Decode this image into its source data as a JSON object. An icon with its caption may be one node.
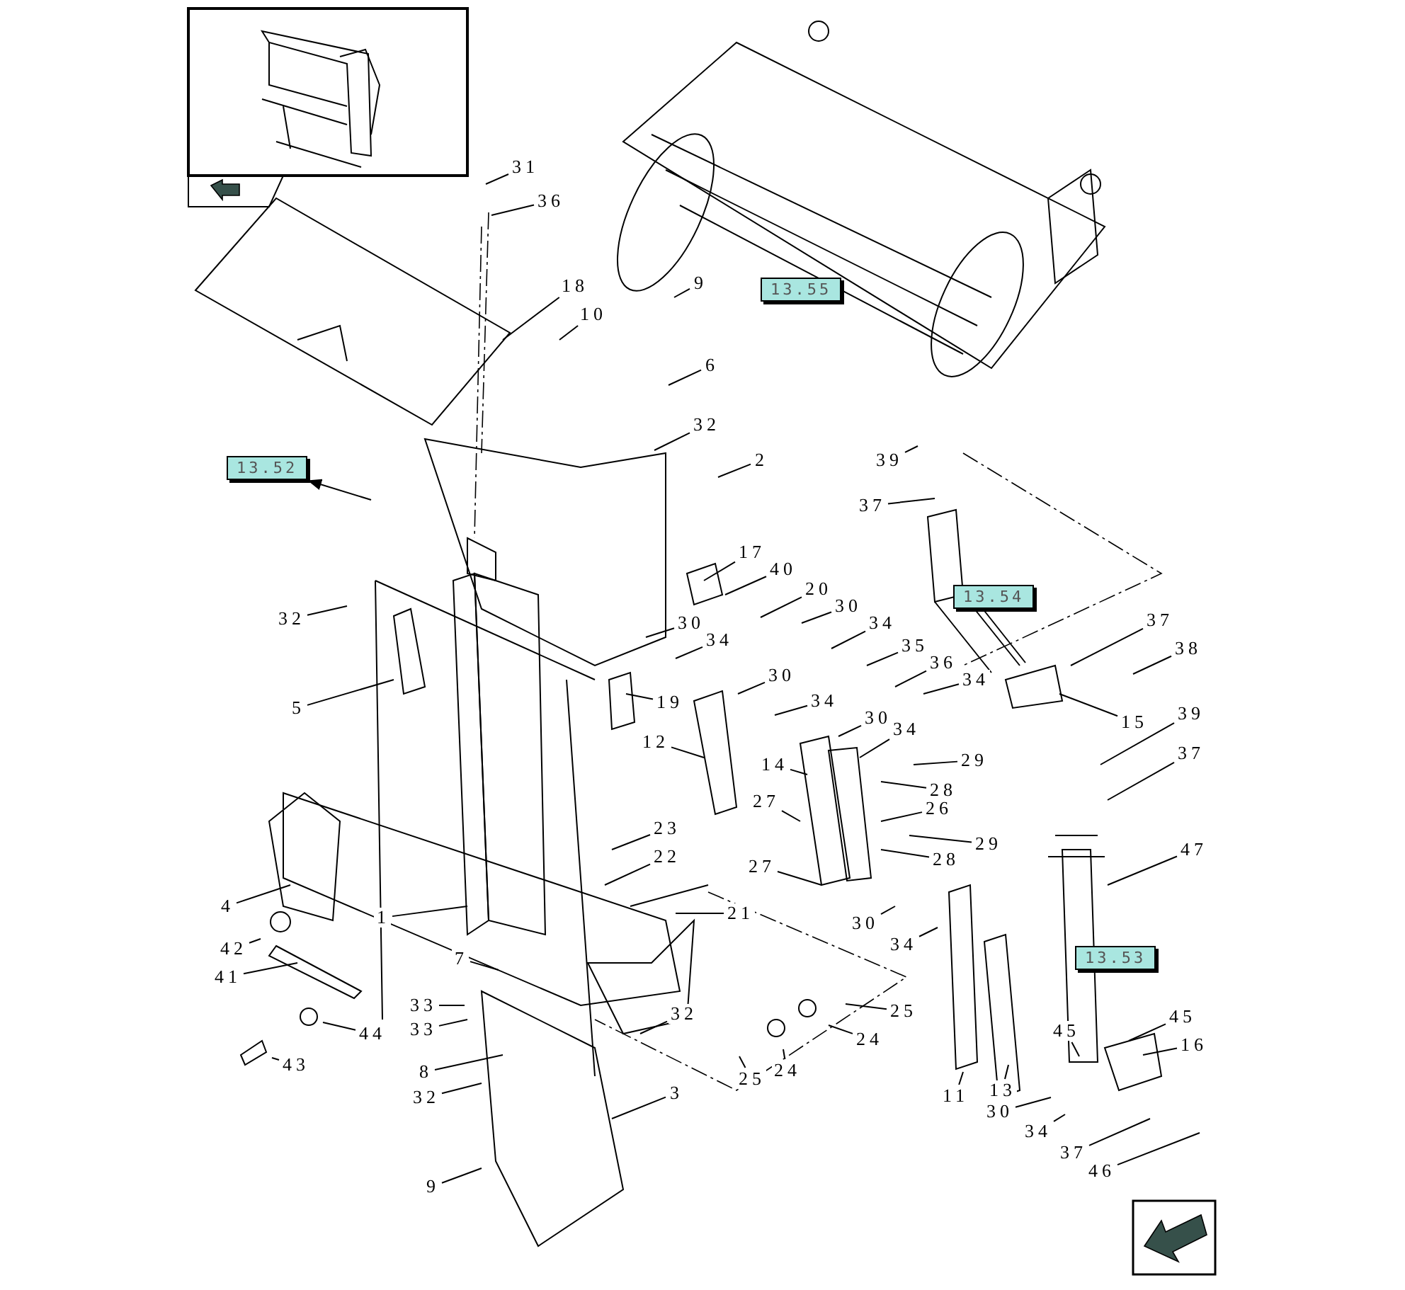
{
  "diagram": {
    "nodes": [
      {
        "text": [
          "31"
        ]
      },
      {
        "text": [
          "36"
        ]
      },
      {
        "text": [
          "18"
        ]
      },
      {
        "text": [
          "9"
        ]
      },
      {
        "text": [
          "10"
        ]
      },
      {
        "text": [
          "6"
        ]
      },
      {
        "text": [
          "32"
        ]
      },
      {
        "text": [
          "2"
        ]
      },
      {
        "text": [
          "39"
        ]
      },
      {
        "text": [
          "37"
        ]
      },
      {
        "text": [
          "17"
        ]
      },
      {
        "text": [
          "40"
        ]
      },
      {
        "text": [
          "20"
        ]
      },
      {
        "text": [
          "30"
        ]
      },
      {
        "text": [
          "34"
        ]
      },
      {
        "text": [
          "35"
        ]
      },
      {
        "text": [
          "36"
        ]
      },
      {
        "text": [
          "34"
        ]
      },
      {
        "text": [
          "37"
        ]
      },
      {
        "text": [
          "38"
        ]
      },
      {
        "text": [
          "15"
        ]
      },
      {
        "text": [
          "30"
        ]
      },
      {
        "text": [
          "34"
        ]
      },
      {
        "text": [
          "32"
        ]
      },
      {
        "text": [
          "19"
        ]
      },
      {
        "text": [
          "30"
        ]
      },
      {
        "text": [
          "34"
        ]
      },
      {
        "text": [
          "30"
        ]
      },
      {
        "text": [
          "34"
        ]
      },
      {
        "text": [
          "5"
        ]
      },
      {
        "text": [
          "12"
        ]
      },
      {
        "text": [
          "14"
        ]
      },
      {
        "text": [
          "29"
        ]
      },
      {
        "text": [
          "28"
        ]
      },
      {
        "text": [
          "39"
        ]
      },
      {
        "text": [
          "37"
        ]
      },
      {
        "text": [
          "27"
        ]
      },
      {
        "text": [
          "26"
        ]
      },
      {
        "text": [
          "29"
        ]
      },
      {
        "text": [
          "28"
        ]
      },
      {
        "text": [
          "47"
        ]
      },
      {
        "text": [
          "23"
        ]
      },
      {
        "text": [
          "22"
        ]
      },
      {
        "text": [
          "4"
        ]
      },
      {
        "text": [
          "1"
        ]
      },
      {
        "text": [
          "21"
        ]
      },
      {
        "text": [
          "27"
        ]
      },
      {
        "text": [
          "30"
        ]
      },
      {
        "text": [
          "34"
        ]
      },
      {
        "text": [
          "42"
        ]
      },
      {
        "text": [
          "41"
        ]
      },
      {
        "text": [
          "7"
        ]
      },
      {
        "text": [
          "33"
        ]
      },
      {
        "text": [
          "33"
        ]
      },
      {
        "text": [
          "44"
        ]
      },
      {
        "text": [
          "43"
        ]
      },
      {
        "text": [
          "32"
        ]
      },
      {
        "text": [
          "25"
        ]
      },
      {
        "text": [
          "24"
        ]
      },
      {
        "text": [
          "45"
        ]
      },
      {
        "text": [
          "45"
        ]
      },
      {
        "text": [
          "16"
        ]
      },
      {
        "text": [
          "8"
        ]
      },
      {
        "text": [
          "32"
        ]
      },
      {
        "text": [
          "24"
        ]
      },
      {
        "text": [
          "25"
        ]
      },
      {
        "text": [
          "3"
        ]
      },
      {
        "text": [
          "11"
        ]
      },
      {
        "text": [
          "13"
        ]
      },
      {
        "text": [
          "30"
        ]
      },
      {
        "text": [
          "34"
        ]
      },
      {
        "text": [
          "37"
        ]
      },
      {
        "text": [
          "46"
        ]
      },
      {
        "text": [
          "9"
        ]
      },
      {
        "text": [
          "13.55"
        ]
      },
      {
        "text": [
          "13.52"
        ]
      },
      {
        "text": [
          "13.54"
        ]
      },
      {
        "text": [
          "13.53"
        ]
      }
    ],
    "edges": [
      {
        "from": 0,
        "to": null,
        "arrow": "none"
      },
      {
        "from": 1,
        "to": null,
        "arrow": "none"
      },
      {
        "from": 2,
        "to": null,
        "arrow": "none"
      },
      {
        "from": 3,
        "to": null,
        "arrow": "none"
      },
      {
        "from": 4,
        "to": null,
        "arrow": "none"
      },
      {
        "from": 5,
        "to": null,
        "arrow": "none"
      },
      {
        "from": 6,
        "to": null,
        "arrow": "none"
      },
      {
        "from": 7,
        "to": null,
        "arrow": "none"
      },
      {
        "from": 8,
        "to": null,
        "arrow": "none"
      },
      {
        "from": 9,
        "to": null,
        "arrow": "none"
      },
      {
        "from": 10,
        "to": null,
        "arrow": "none"
      },
      {
        "from": 11,
        "to": null,
        "arrow": "none"
      },
      {
        "from": 12,
        "to": null,
        "arrow": "none"
      },
      {
        "from": 13,
        "to": null,
        "arrow": "none"
      },
      {
        "from": 14,
        "to": null,
        "arrow": "none"
      },
      {
        "from": 15,
        "to": null,
        "arrow": "none"
      },
      {
        "from": 16,
        "to": null,
        "arrow": "none"
      },
      {
        "from": 17,
        "to": null,
        "arrow": "none"
      },
      {
        "from": 18,
        "to": null,
        "arrow": "none"
      },
      {
        "from": 19,
        "to": null,
        "arrow": "none"
      },
      {
        "from": 20,
        "to": null,
        "arrow": "none"
      },
      {
        "from": 21,
        "to": null,
        "arrow": "none"
      },
      {
        "from": 22,
        "to": null,
        "arrow": "none"
      },
      {
        "from": 23,
        "to": null,
        "arrow": "none"
      },
      {
        "from": 24,
        "to": null,
        "arrow": "none"
      },
      {
        "from": 25,
        "to": null,
        "arrow": "none"
      },
      {
        "from": 26,
        "to": null,
        "arrow": "none"
      },
      {
        "from": 27,
        "to": null,
        "arrow": "none"
      },
      {
        "from": 28,
        "to": null,
        "arrow": "none"
      },
      {
        "from": 29,
        "to": null,
        "arrow": "none"
      },
      {
        "from": 30,
        "to": null,
        "arrow": "none"
      },
      {
        "from": 31,
        "to": null,
        "arrow": "none"
      },
      {
        "from": 32,
        "to": null,
        "arrow": "none"
      },
      {
        "from": 33,
        "to": null,
        "arrow": "none"
      },
      {
        "from": 34,
        "to": null,
        "arrow": "none"
      },
      {
        "from": 35,
        "to": null,
        "arrow": "none"
      },
      {
        "from": 36,
        "to": null,
        "arrow": "none"
      },
      {
        "from": 37,
        "to": null,
        "arrow": "none"
      },
      {
        "from": 38,
        "to": null,
        "arrow": "none"
      },
      {
        "from": 39,
        "to": null,
        "arrow": "none"
      },
      {
        "from": 40,
        "to": null,
        "arrow": "none"
      },
      {
        "from": 41,
        "to": null,
        "arrow": "none"
      },
      {
        "from": 42,
        "to": null,
        "arrow": "none"
      },
      {
        "from": 43,
        "to": null,
        "arrow": "none"
      },
      {
        "from": 44,
        "to": null,
        "arrow": "none"
      },
      {
        "from": 45,
        "to": null,
        "arrow": "none"
      },
      {
        "from": 46,
        "to": null,
        "arrow": "none"
      },
      {
        "from": 47,
        "to": null,
        "arrow": "none"
      },
      {
        "from": 48,
        "to": null,
        "arrow": "none"
      },
      {
        "from": 49,
        "to": null,
        "arrow": "none"
      },
      {
        "from": 50,
        "to": null,
        "arrow": "none"
      },
      {
        "from": 51,
        "to": null,
        "arrow": "none"
      },
      {
        "from": 52,
        "to": null,
        "arrow": "none"
      },
      {
        "from": 53,
        "to": null,
        "arrow": "none"
      },
      {
        "from": 54,
        "to": null,
        "arrow": "none"
      },
      {
        "from": 55,
        "to": null,
        "arrow": "none"
      },
      {
        "from": 56,
        "to": null,
        "arrow": "none"
      },
      {
        "from": 57,
        "to": null,
        "arrow": "none"
      },
      {
        "from": 58,
        "to": null,
        "arrow": "none"
      },
      {
        "from": 59,
        "to": null,
        "arrow": "none"
      },
      {
        "from": 60,
        "to": null,
        "arrow": "none"
      },
      {
        "from": 61,
        "to": null,
        "arrow": "none"
      },
      {
        "from": 62,
        "to": null,
        "arrow": "none"
      },
      {
        "from": 63,
        "to": null,
        "arrow": "none"
      },
      {
        "from": 64,
        "to": null,
        "arrow": "none"
      },
      {
        "from": 65,
        "to": null,
        "arrow": "none"
      },
      {
        "from": 66,
        "to": null,
        "arrow": "none"
      },
      {
        "from": 67,
        "to": null,
        "arrow": "none"
      },
      {
        "from": 68,
        "to": null,
        "arrow": "none"
      },
      {
        "from": 69,
        "to": null,
        "arrow": "none"
      },
      {
        "from": 70,
        "to": null,
        "arrow": "none"
      },
      {
        "from": 71,
        "to": null,
        "arrow": "none"
      },
      {
        "from": 72,
        "to": null,
        "arrow": "none"
      },
      {
        "from": 73,
        "to": null,
        "arrow": "none"
      },
      {
        "from": null,
        "to": 75,
        "arrow": "to"
      }
    ]
  }
}
